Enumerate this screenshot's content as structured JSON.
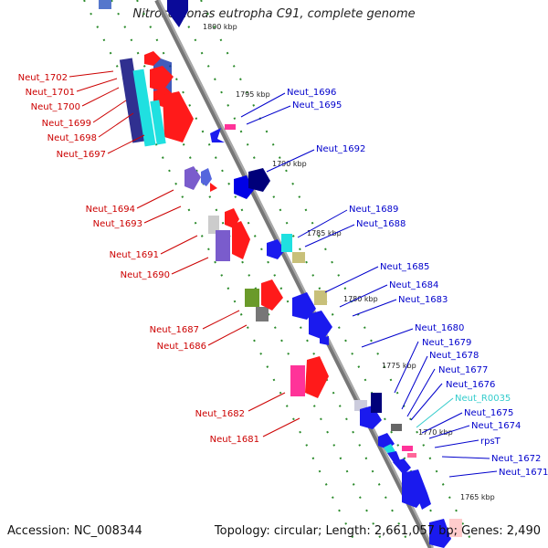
{
  "title": "Nitrosomonas eutropha C91, complete genome",
  "footer": {
    "accession": "Accession: NC_008344",
    "summary": "Topology: circular; Length: 2,661,057 bp; Genes: 2,490"
  },
  "ticks": [
    "1800 kbp",
    "1795 kbp",
    "1790 kbp",
    "1785 kbp",
    "1780 kbp",
    "1775 kbp",
    "1770 kbp",
    "1765 kbp"
  ],
  "genes_left": [
    "Neut_1702",
    "Neut_1701",
    "Neut_1700",
    "Neut_1699",
    "Neut_1698",
    "Neut_1697",
    "Neut_1694",
    "Neut_1693",
    "Neut_1691",
    "Neut_1690",
    "Neut_1687",
    "Neut_1686",
    "Neut_1682",
    "Neut_1681"
  ],
  "genes_right": [
    "Neut_1696",
    "Neut_1695",
    "Neut_1692",
    "Neut_1689",
    "Neut_1688",
    "Neut_1685",
    "Neut_1684",
    "Neut_1683",
    "Neut_1680",
    "Neut_1679",
    "Neut_1678",
    "Neut_1677",
    "Neut_1676",
    "Neut_R0035",
    "Neut_1675",
    "Neut_1674",
    "rpsT",
    "Neut_1672",
    "Neut_1671"
  ],
  "colors": {
    "forward": "#ff1a1a",
    "reverse": "#0000e6",
    "label_left": "#cc0000",
    "label_right": "#0000cc",
    "label_rna": "#33cccc",
    "backbone": "#888888",
    "dots": "#228822"
  }
}
